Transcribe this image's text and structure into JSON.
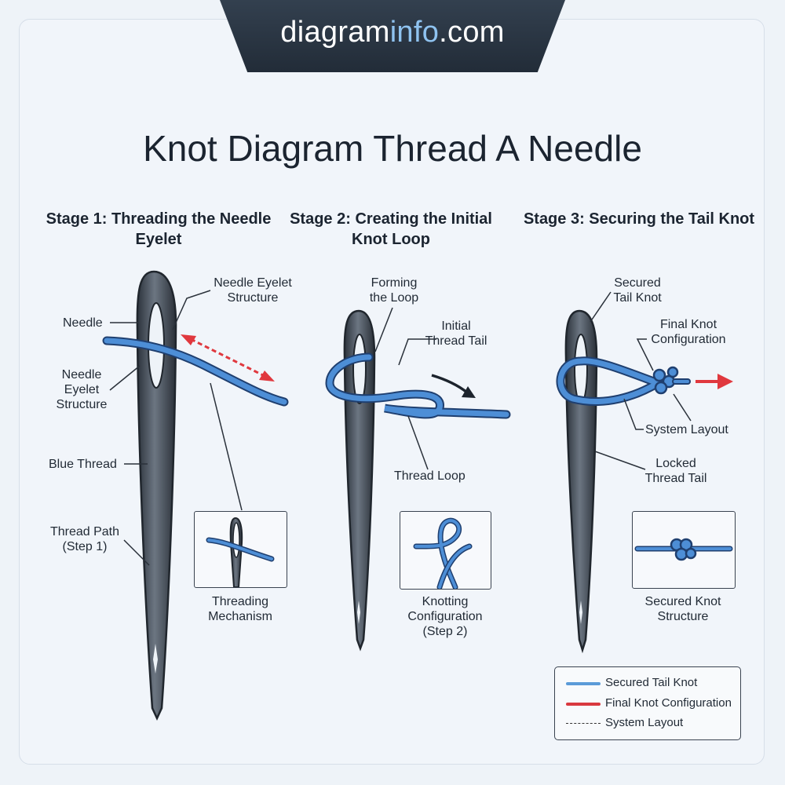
{
  "header": {
    "brand_main": "diagram",
    "brand_accent": "info",
    "brand_suffix": ".com"
  },
  "title": "Knot Diagram Thread A Needle",
  "stages": [
    {
      "title": "Stage 1: Threading the Needle Eyelet",
      "labels": {
        "eyelet_top": "Needle Eyelet Structure",
        "needle": "Needle",
        "eyelet_left": "Needle Eyelet Structure",
        "thread": "Blue Thread",
        "path": "Thread Path (Step 1)",
        "inset": "Threading Mechanism"
      }
    },
    {
      "title": "Stage 2: Creating the Initial Knot Loop",
      "labels": {
        "forming": "Forming the Loop",
        "tail": "Initial Thread Tail",
        "loop": "Thread Loop",
        "inset": "Knotting Configuration (Step 2)"
      }
    },
    {
      "title": "Stage 3: Securing the Tail Knot",
      "labels": {
        "secured": "Secured Tail Knot",
        "final": "Final Knot Configuration",
        "system": "System Layout",
        "locked": "Locked Thread Tail",
        "inset": "Secured Knot Structure"
      }
    }
  ],
  "legend": [
    {
      "label": "Secured Tail Knot",
      "color": "#5b9bd8"
    },
    {
      "label": "Final Knot Configuration",
      "color": "#d9393f"
    },
    {
      "label": "System Layout",
      "color": "#333333"
    }
  ],
  "colors": {
    "thread": "#3f7fcf",
    "thread_outline": "#1f3f6f",
    "needle": "#3d4550",
    "arrow_red": "#e0383e"
  }
}
